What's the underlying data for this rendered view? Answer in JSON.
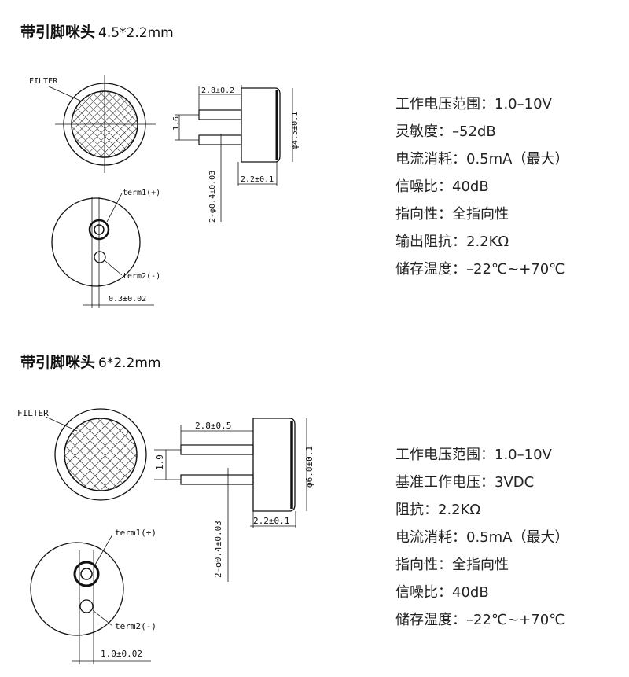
{
  "section1": {
    "title": "带引脚咪头",
    "dimension": "4.5*2.2mm",
    "labels": {
      "filter": "FILTER",
      "term1": "term1(+)",
      "term2": "term2(-)",
      "pin_pitch": "0.3±0.02",
      "pin_length": "2.8±0.2",
      "spacing": "1.6",
      "diameter": "φ4.5±0.1",
      "height": "2.2±0.1",
      "pin_dia": "2-φ0.4±0.03"
    },
    "specs": [
      "工作电压范围：1.0–10V",
      "灵敏度：–52dB",
      "电流消耗：0.5mA（最大）",
      "信噪比：40dB",
      "指向性：全指向性",
      "输出阻抗：2.2KΩ",
      "储存温度：–22℃~+70℃"
    ]
  },
  "section2": {
    "title": "带引脚咪头",
    "dimension": "6*2.2mm",
    "labels": {
      "filter": "FILTER",
      "term1": "term1(+)",
      "term2": "term2(-)",
      "pin_pitch": "1.0±0.02",
      "pin_length": "2.8±0.5",
      "spacing": "1.9",
      "diameter": "φ6.0±0.1",
      "height": "2.2±0.1",
      "pin_dia": "2-φ0.4±0.03"
    },
    "specs": [
      "工作电压范围：1.0–10V",
      "基准工作电压：3VDC",
      "阻抗：2.2KΩ",
      "电流消耗：0.5mA（最大）",
      "指向性：全指向性",
      "信噪比：40dB",
      "储存温度：–22℃~+70℃"
    ]
  }
}
